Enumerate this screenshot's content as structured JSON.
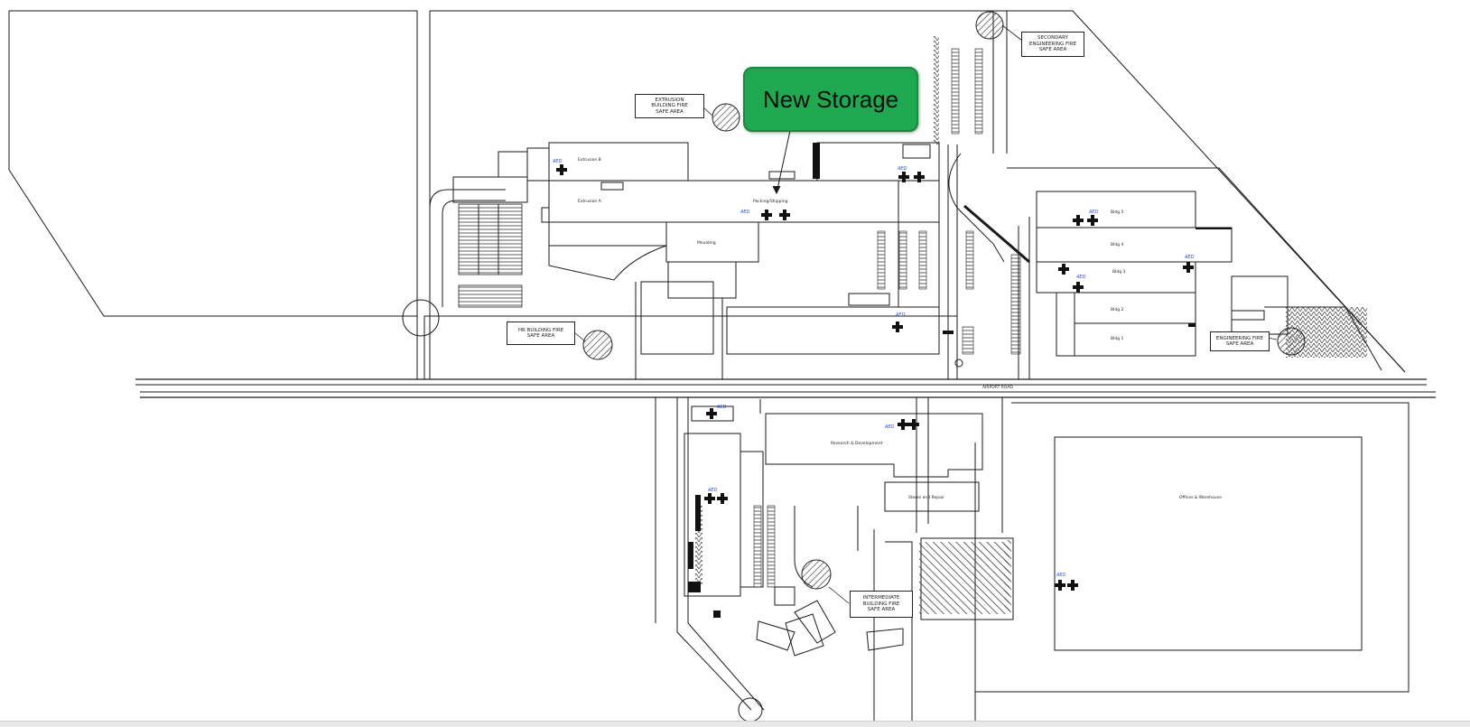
{
  "callout": {
    "label": "New Storage"
  },
  "muster_areas": [
    {
      "id": "secondary",
      "lines": [
        "SECONDARY",
        "ENGINEERING FIRE",
        "SAFE AREA"
      ]
    },
    {
      "id": "extrusion",
      "lines": [
        "EXTRUSION",
        "BUILDING FIRE",
        "SAFE AREA"
      ]
    },
    {
      "id": "hr",
      "lines": [
        "HR BUILDING FIRE",
        "SAFE AREA"
      ]
    },
    {
      "id": "engineering",
      "lines": [
        "ENGINEERING FIRE",
        "SAFE AREA"
      ]
    },
    {
      "id": "intermediate",
      "lines": [
        "INTERMEDIATE",
        "BUILDING FIRE",
        "SAFE AREA"
      ]
    }
  ],
  "map_labels": {
    "road": "AIRPORT ROAD",
    "aed": "AED",
    "building_packing": "Packing/Shipping",
    "building_extrusion_a": "Extrusion A",
    "building_extrusion_b": "Extrusion B",
    "building_molding": "Moulding",
    "building_research": "Research & Development",
    "building_stores": "Stores and Repair",
    "building_offices": "Offices & Warehouse",
    "bldg1": "Bldg 1",
    "bldg2": "Bldg 2",
    "bldg3": "Bldg 3",
    "bldg4": "Bldg 4",
    "bldg5": "Bldg 5"
  },
  "colors": {
    "callout_green": "#1fa84f",
    "aed_blue": "#2b4fd6",
    "line": "#1a1a1a",
    "muster_hatch": "#555555"
  },
  "icons": [
    "first-aid-cross-icon",
    "muster-point-icon"
  ]
}
